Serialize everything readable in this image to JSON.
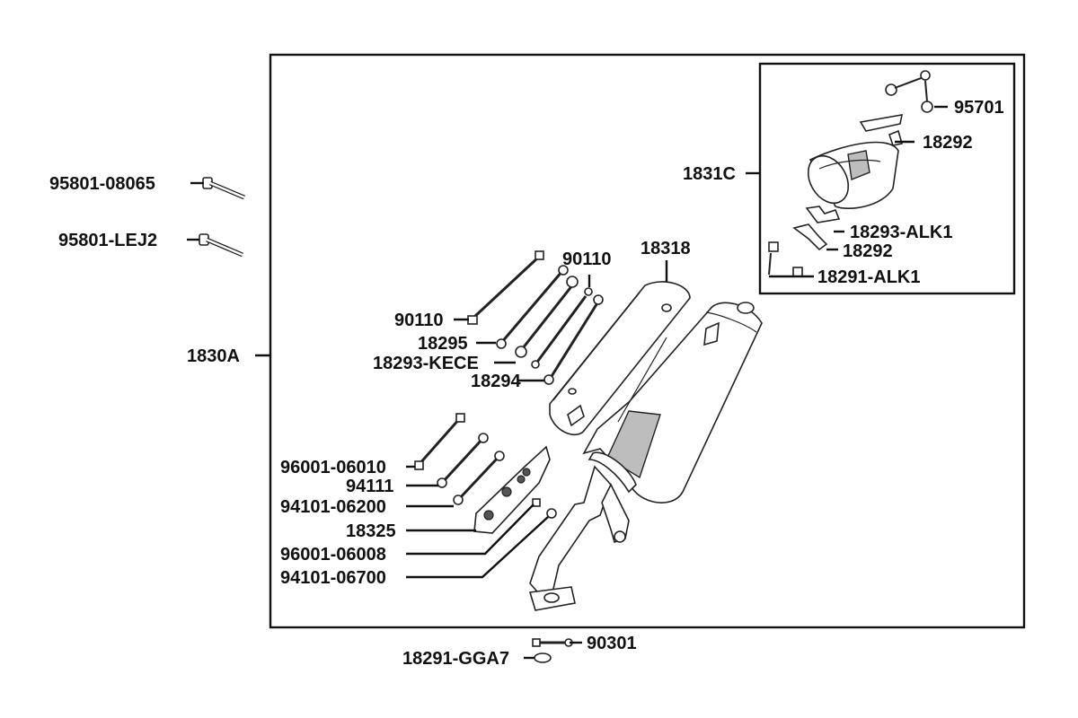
{
  "colors": {
    "ink": "#111111",
    "part_fill": "#ffffff",
    "part_shade": "#bdbdbd"
  },
  "labels": {
    "p95801_08065": "95801-08065",
    "p95801_lej2": "95801-LEJ2",
    "p1830a": "1830A",
    "p1831c": "1831C",
    "p95701": "95701",
    "p18292_top": "18292",
    "p18293_alk1": "18293-ALK1",
    "p18292_mid": "18292",
    "p18291_alk1": "18291-ALK1",
    "p90110_top": "90110",
    "p18318": "18318",
    "p90110_left": "90110",
    "p18295": "18295",
    "p18293_kece": "18293-KECE",
    "p18294": "18294",
    "p96001_06010": "96001-06010",
    "p94111": "94111",
    "p94101_06200": "94101-06200",
    "p18325": "18325",
    "p96001_06008": "96001-06008",
    "p94101_06700": "94101-06700",
    "p90301": "90301",
    "p18291_gga7": "18291-GGA7"
  }
}
